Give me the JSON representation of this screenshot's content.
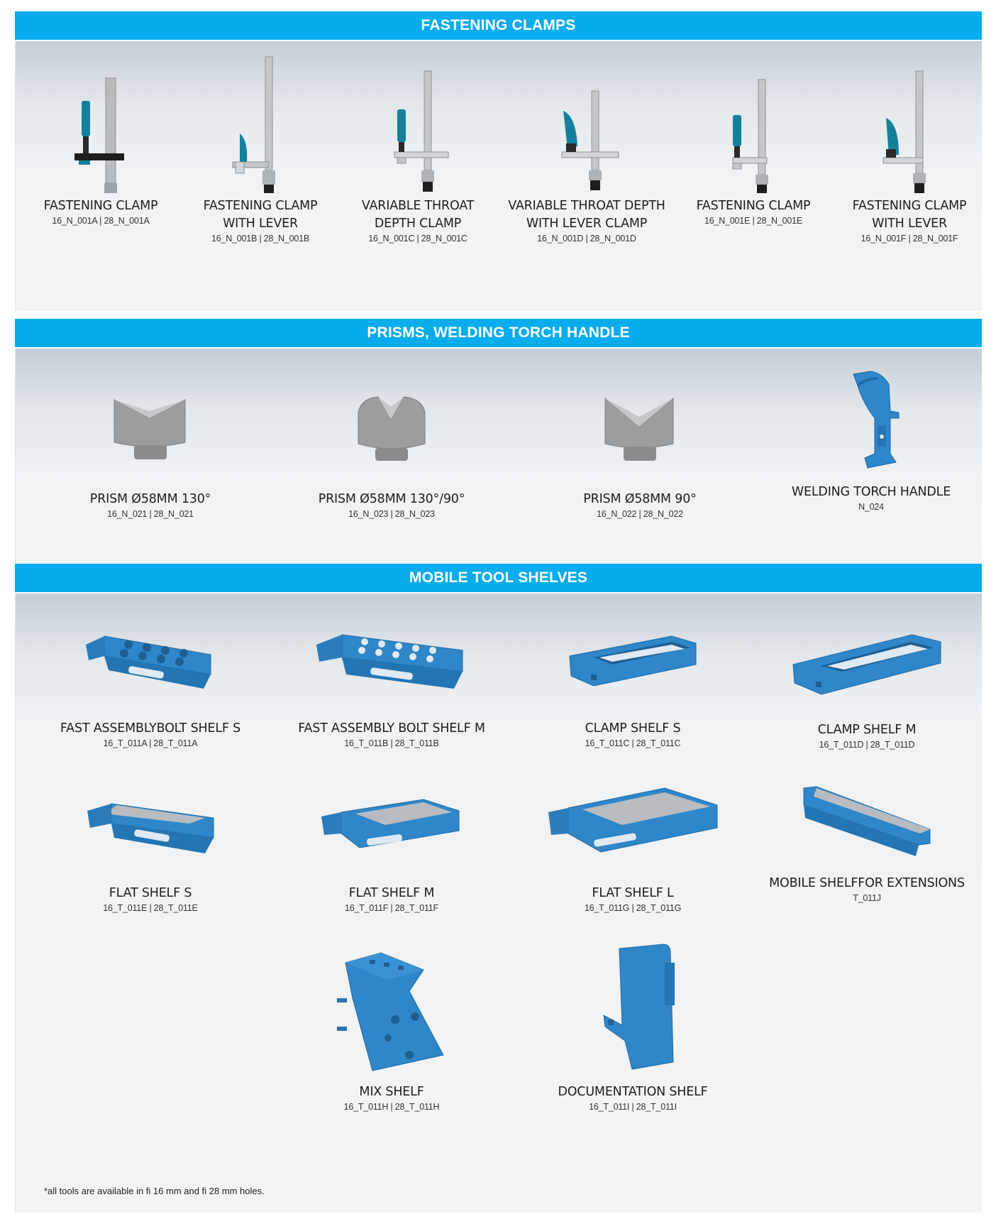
{
  "sections": [
    {
      "title": "FASTENING CLAMPS"
    },
    {
      "title": "PRISMS, WELDING TORCH HANDLE"
    },
    {
      "title": "MOBILE TOOL SHELVES"
    }
  ],
  "clamps": [
    {
      "name1": "FASTENING CLAMP",
      "name2": "",
      "code": "16_N_001A | 28_N_001A"
    },
    {
      "name1": "FASTENING CLAMP",
      "name2": "WITH LEVER",
      "code": "16_N_001B | 28_N_001B"
    },
    {
      "name1": "VARIABLE THROAT",
      "name2": "DEPTH CLAMP",
      "code": "16_N_001C | 28_N_001C"
    },
    {
      "name1": "VARIABLE THROAT DEPTH",
      "name2": "WITH  LEVER CLAMP",
      "code": "16_N_001D | 28_N_001D"
    },
    {
      "name1": "FASTENING CLAMP",
      "name2": "",
      "code": "16_N_001E | 28_N_001E"
    },
    {
      "name1": "FASTENING CLAMP",
      "name2": "WITH LEVER",
      "code": "16_N_001F | 28_N_001F"
    }
  ],
  "prisms": [
    {
      "name": "PRISM Ø58MM 130°",
      "code": "16_N_021 | 28_N_021"
    },
    {
      "name": "PRISM Ø58MM 130°/90°",
      "code": "16_N_023 | 28_N_023"
    },
    {
      "name": "PRISM Ø58MM 90°",
      "code": "16_N_022 | 28_N_022"
    },
    {
      "name": "WELDING TORCH HANDLE",
      "code": "N_024"
    }
  ],
  "shelves": [
    {
      "name": "FAST ASSEMBLYBOLT SHELF S",
      "code": "16_T_011A | 28_T_011A"
    },
    {
      "name": "FAST ASSEMBLY BOLT SHELF M",
      "code": "16_T_011B | 28_T_011B"
    },
    {
      "name": "CLAMP SHELF S",
      "code": "16_T_011C | 28_T_011C"
    },
    {
      "name": "CLAMP SHELF M",
      "code": "16_T_011D | 28_T_011D"
    },
    {
      "name": "FLAT SHELF S",
      "code": "16_T_011E | 28_T_011E"
    },
    {
      "name": "FLAT SHELF M",
      "code": "16_T_011F | 28_T_011F"
    },
    {
      "name": "FLAT SHELF L",
      "code": "16_T_011G | 28_T_011G"
    },
    {
      "name": "MOBILE SHELFFOR EXTENSIONS",
      "code": "T_011J"
    },
    {
      "name": "MIX SHELF",
      "code": "16_T_011H | 28_T_011H"
    },
    {
      "name": "DOCUMENTATION SHELF",
      "code": "16_T_011I | 28_T_011I"
    }
  ],
  "footnote": "*all tools are available in fi 16 mm and fi 28 mm holes.",
  "colors": {
    "accent": "#09acec",
    "part_blue": "#2f86c8",
    "steel": "#b9bcbf"
  }
}
